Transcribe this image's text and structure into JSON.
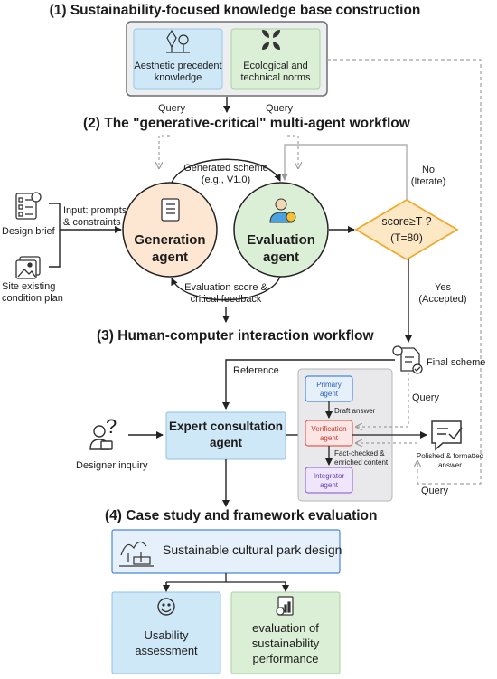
{
  "s1": {
    "title": "(1) Sustainability-focused knowledge base construction",
    "kb_aesthetic_l1": "Aesthetic precedent",
    "kb_aesthetic_l2": "knowledge",
    "kb_eco_l1": "Ecological and",
    "kb_eco_l2": "technical norms",
    "query_left": "Query",
    "query_right": "Query"
  },
  "s2": {
    "title": "(2) The \"generative-critical\" multi-agent workflow",
    "generated_l1": "Generated scheme",
    "generated_l2": "(e.g., V1.0)",
    "no_l1": "No",
    "no_l2": "(Iterate)",
    "input_l1": "Input: prompts",
    "input_l2": "& constraints",
    "design_brief": "Design brief",
    "site_l1": "Site existing",
    "site_l2": "condition plan",
    "gen_l1": "Generation",
    "gen_l2": "agent",
    "eval_l1": "Evaluation",
    "eval_l2": "agent",
    "decision_l1": "score≥T ?",
    "decision_l2": "(T=80)",
    "feedback_l1": "Evaluation score &",
    "feedback_l2": "critical feedback",
    "yes_l1": "Yes",
    "yes_l2": "(Accepted)"
  },
  "s3": {
    "title": "(3) Human-computer interaction workflow",
    "final_scheme": "Final scheme",
    "reference": "Reference",
    "query": "Query",
    "query_bottom": "Query",
    "designer_inquiry": "Designer inquiry",
    "expert_l1": "Expert consultation",
    "expert_l2": "agent",
    "primary_l1": "Primary",
    "primary_l2": "agent",
    "draft_answer": "Draft answer",
    "verification_l1": "Verification",
    "verification_l2": "agent",
    "factchecked_l1": "Fact-checked &",
    "factchecked_l2": "enriched content",
    "integrator_l1": "Integrator",
    "integrator_l2": "agent",
    "polished_l1": "Polished & formatted",
    "polished_l2": "answer"
  },
  "s4": {
    "title": "(4) Case study and framework evaluation",
    "park": "Sustainable cultural park design",
    "usability_l1": "Usability",
    "usability_l2": "assessment",
    "sust_l1": "evaluation of",
    "sust_l2": "sustainability",
    "sust_l3": "performance"
  },
  "colors": {
    "blue_fill": "#cfe8f7",
    "green_fill": "#dbefd6",
    "orange_fill": "#fde6d2",
    "yellow_fill": "#fde8c5",
    "yellow_stroke": "#f0a92d",
    "verification_red": "#e0605a",
    "integrator_purple": "#9a6fd6",
    "primary_blue": "#4a86e0"
  }
}
